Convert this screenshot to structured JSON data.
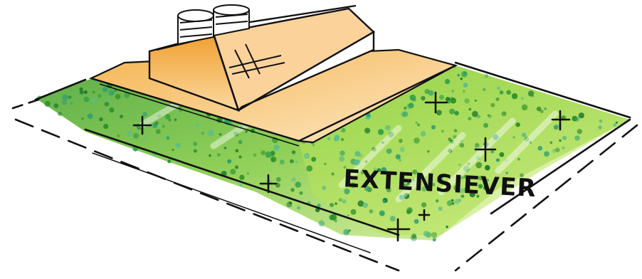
{
  "sketch": {
    "label": "EXTENSIEVER",
    "colors": {
      "ink": "#111111",
      "grass_dark": "#3f9f2a",
      "grass_light": "#a6dc4a",
      "grass_wash": "#e6f4a6",
      "dots": "#2fa06f",
      "roof_orange": "#f0a030",
      "roof_light": "#fbd9a0",
      "paper": "#ffffff"
    },
    "icons": [
      "plus-marker",
      "rooftop-unit"
    ]
  }
}
